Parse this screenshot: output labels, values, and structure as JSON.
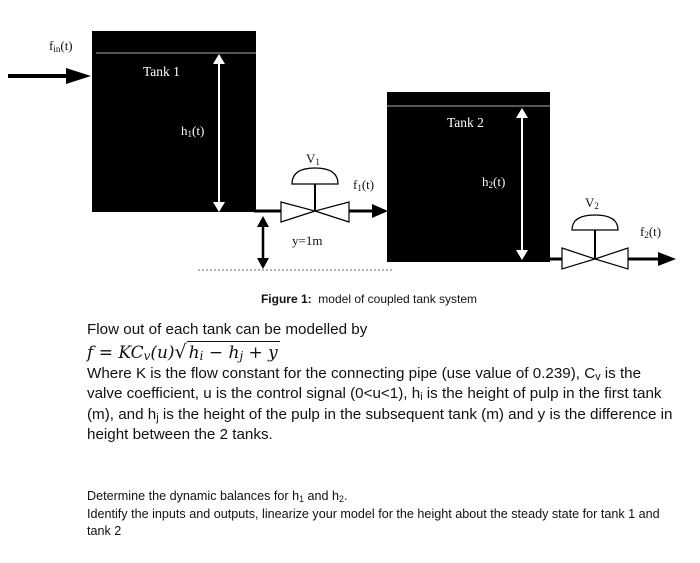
{
  "diagram": {
    "inflow_label": "f",
    "inflow_sub": "in",
    "inflow_suffix": "(t)",
    "tank1": {
      "label": "Tank 1",
      "height_label": "h",
      "height_sub": "1",
      "height_suffix": "(t)"
    },
    "tank2": {
      "label": "Tank 2",
      "height_label": "h",
      "height_sub": "2",
      "height_suffix": "(t)"
    },
    "valve1": {
      "label": "V",
      "sub": "1"
    },
    "valve2": {
      "label": "V",
      "sub": "2"
    },
    "flow1": {
      "label": "f",
      "sub": "1",
      "suffix": "(t)"
    },
    "flow2": {
      "label": "f",
      "sub": "2",
      "suffix": "(t)"
    },
    "elevation_label": "y=1m",
    "colors": {
      "tank_fill": "#000000",
      "level_line": "#8a8a8a",
      "arrow": "#000000",
      "dotted_ground": "#888888"
    }
  },
  "caption": {
    "prefix": "Figure 1:",
    "text": "model of coupled tank system"
  },
  "body": {
    "intro": "Flow out of each tank can be modelled by",
    "equation": {
      "lhs": "f = KC",
      "cv_sub": "v",
      "arg": "(u)",
      "radicand": "h",
      "hi_sub": "i",
      "minus": " − h",
      "hj_sub": "j",
      "plus_y": " + y"
    },
    "description": {
      "p1": "Where K is the flow constant for the connecting pipe (use value of 0.239), C",
      "p1_sub": "v",
      "p2": " is the valve coefficient, u is the control signal (0<u<1), h",
      "p2_sub": "i",
      "p3": " is the height of pulp in the first tank (m), and h",
      "p3_sub": "j",
      "p4": " is the height of the pulp in the subsequent tank (m) and y is the difference in height between the 2 tanks."
    },
    "questions": {
      "q1_prefix": "Determine the dynamic balances for h",
      "q1_sub1": "1",
      "q1_mid": " and h",
      "q1_sub2": "2",
      "q1_suffix": ".",
      "q2": "Identify the inputs and outputs, linearize your model for the height about the steady state for tank 1 and tank 2"
    }
  }
}
